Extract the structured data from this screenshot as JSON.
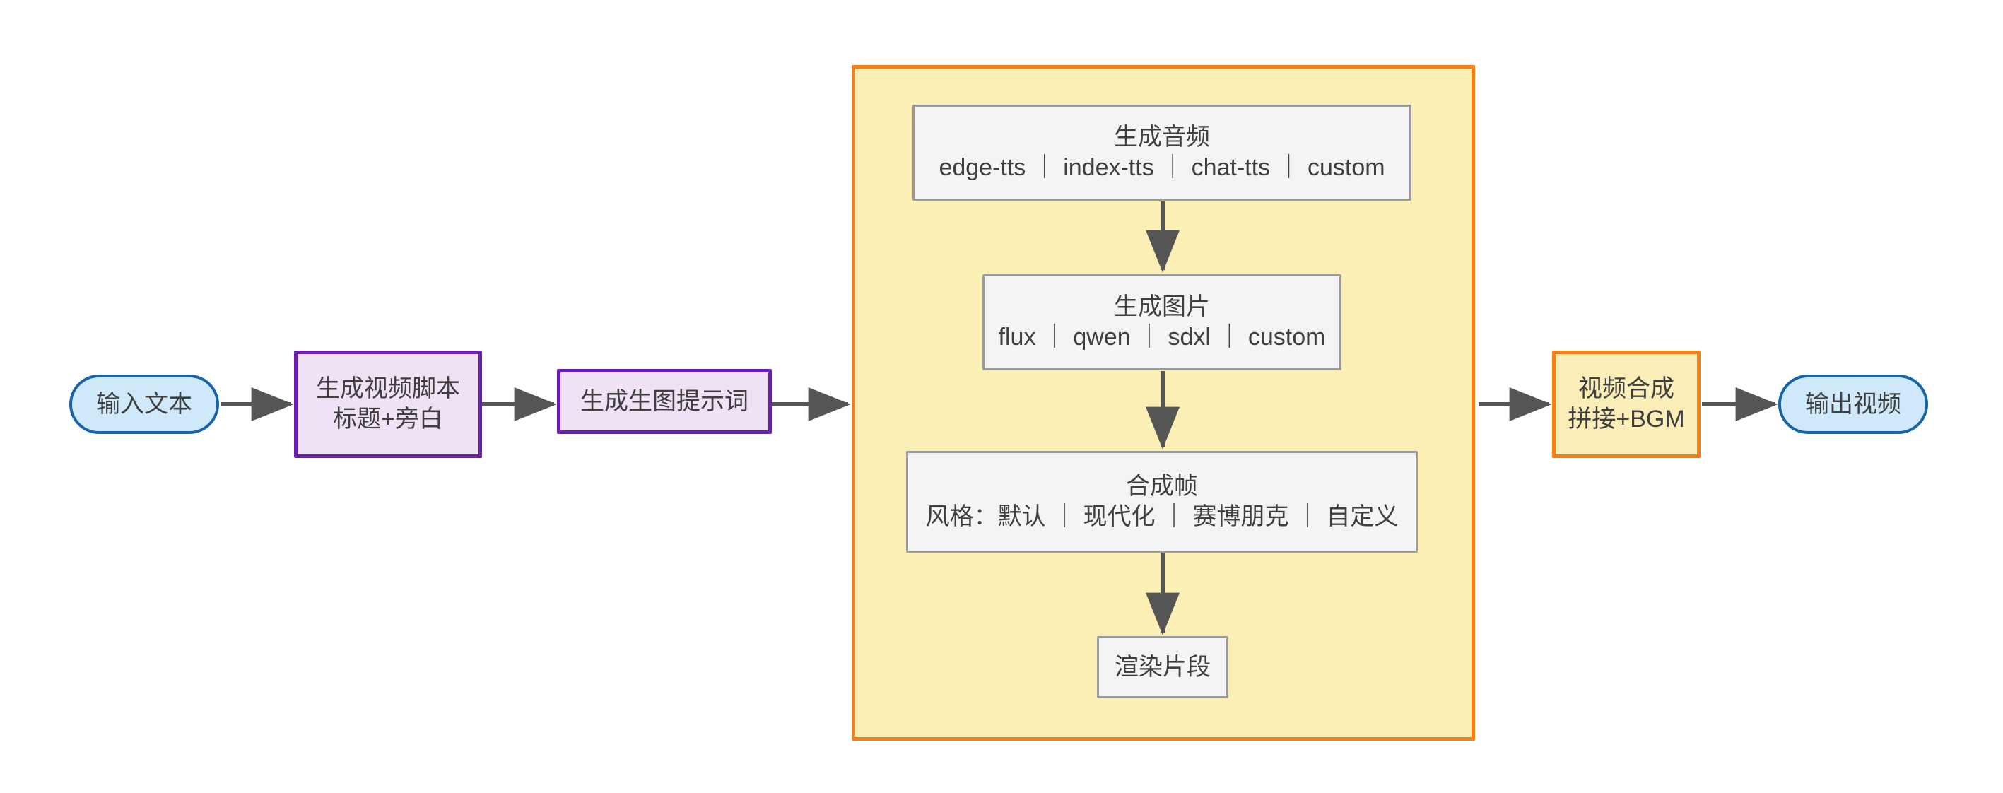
{
  "diagram": {
    "type": "flowchart",
    "direction": "left-to-right",
    "title": "",
    "colors": {
      "terminal_fill": "#cfe9fb",
      "terminal_stroke": "#1565a8",
      "process_purple_fill": "#f0e2f5",
      "process_purple_stroke": "#6a1fb0",
      "process_orange_fill": "#fbeeb8",
      "process_orange_stroke": "#f57f16",
      "plain_fill": "#f4f4f6",
      "plain_stroke": "#9b9b9b",
      "subgraph_fill": "#fbefb6",
      "subgraph_stroke": "#f57f16",
      "edge_stroke": "#555555",
      "text": "#3f3f3f"
    }
  },
  "nodes": {
    "input_text": {
      "label": "输入文本"
    },
    "gen_script": {
      "line1": "生成视频脚本",
      "line2": "标题+旁白"
    },
    "gen_prompt": {
      "label": "生成生图提示词"
    },
    "gen_audio": {
      "line1": "生成音频",
      "line2": "edge-tts ｜ index-tts ｜ chat-tts ｜ custom"
    },
    "gen_image": {
      "line1": "生成图片",
      "line2": "flux ｜ qwen ｜ sdxl ｜ custom"
    },
    "compose_frame": {
      "line1": "合成帧",
      "line2": "风格：默认 ｜ 现代化 ｜ 赛博朋克 ｜ 自定义"
    },
    "render_clip": {
      "label": "渲染片段"
    },
    "video_merge": {
      "line1": "视频合成",
      "line2": "拼接+BGM"
    },
    "output_video": {
      "label": "输出视频"
    }
  },
  "subgraph": {
    "label": ""
  },
  "edges": [
    {
      "from": "input_text",
      "to": "gen_script",
      "label": ""
    },
    {
      "from": "gen_script",
      "to": "gen_prompt",
      "label": ""
    },
    {
      "from": "gen_prompt",
      "to": "subgraph",
      "label": ""
    },
    {
      "from": "gen_audio",
      "to": "gen_image",
      "label": ""
    },
    {
      "from": "gen_image",
      "to": "compose_frame",
      "label": ""
    },
    {
      "from": "compose_frame",
      "to": "render_clip",
      "label": ""
    },
    {
      "from": "subgraph",
      "to": "video_merge",
      "label": ""
    },
    {
      "from": "video_merge",
      "to": "output_video",
      "label": ""
    }
  ]
}
